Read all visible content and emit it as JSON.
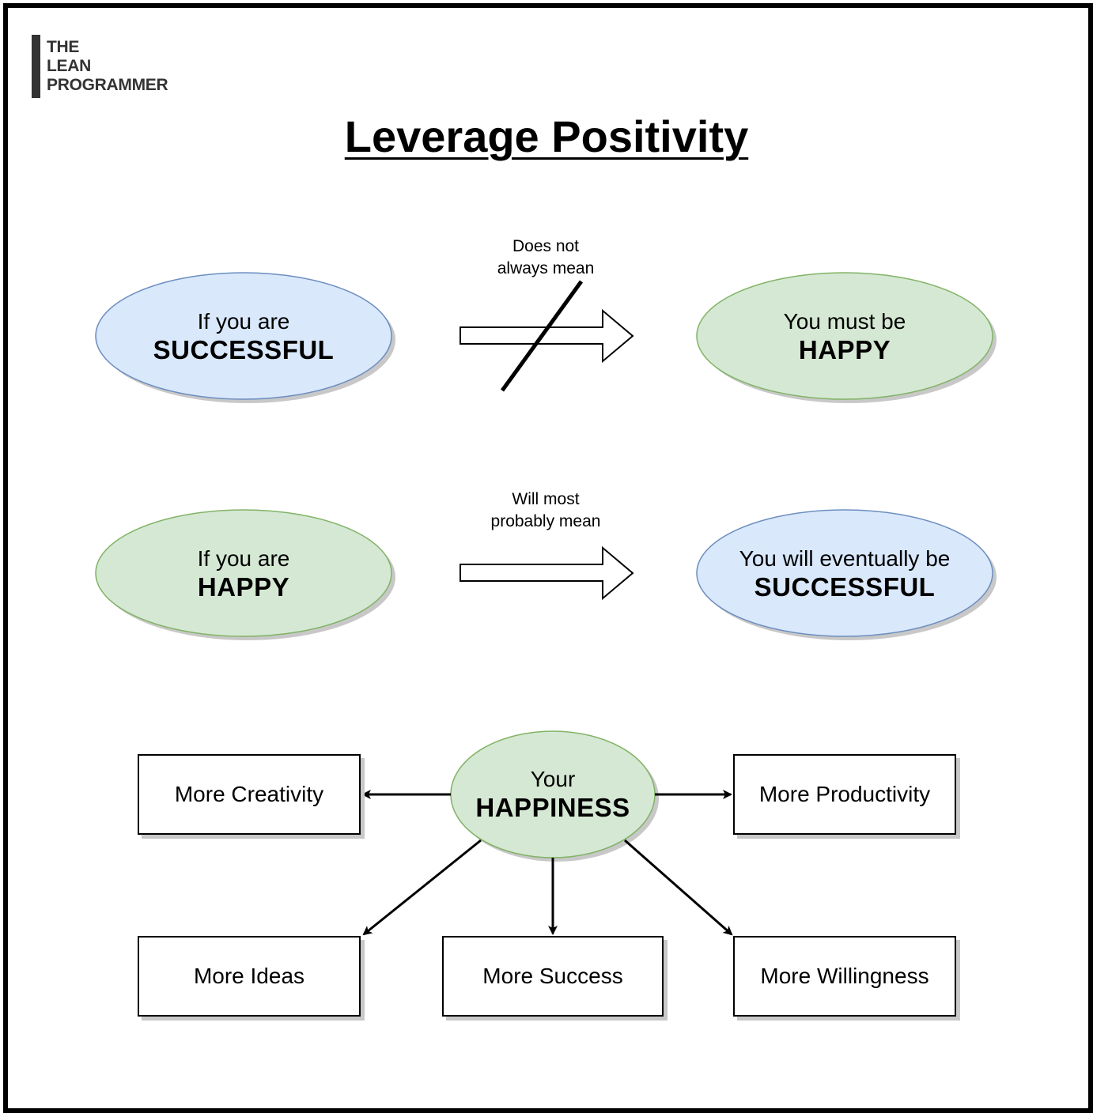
{
  "logo": {
    "lines": [
      "THE",
      "LEAN",
      "PROGRAMMER"
    ]
  },
  "title": "Leverage Positivity",
  "row1": {
    "left": {
      "line1": "If you are",
      "line2": "SUCCESSFUL",
      "fill": "#dae8fc",
      "stroke": "#6c8ebf"
    },
    "caption": {
      "line1": "Does not",
      "line2": "always mean"
    },
    "right": {
      "line1": "You must be",
      "line2": "HAPPY",
      "fill": "#d5e8d4",
      "stroke": "#82b366"
    },
    "crossed_out": true
  },
  "row2": {
    "left": {
      "line1": "If you are",
      "line2": "HAPPY",
      "fill": "#d5e8d4",
      "stroke": "#82b366"
    },
    "caption": {
      "line1": "Will most",
      "line2": "probably mean"
    },
    "right": {
      "line1": "You will eventually be",
      "line2": "SUCCESSFUL",
      "fill": "#dae8fc",
      "stroke": "#6c8ebf"
    }
  },
  "hub": {
    "line1": "Your",
    "line2": "HAPPINESS",
    "fill": "#d5e8d4",
    "stroke": "#82b366"
  },
  "outcomes": {
    "creativity": "More Creativity",
    "productivity": "More Productivity",
    "ideas": "More Ideas",
    "success": "More Success",
    "willingness": "More Willingness"
  }
}
